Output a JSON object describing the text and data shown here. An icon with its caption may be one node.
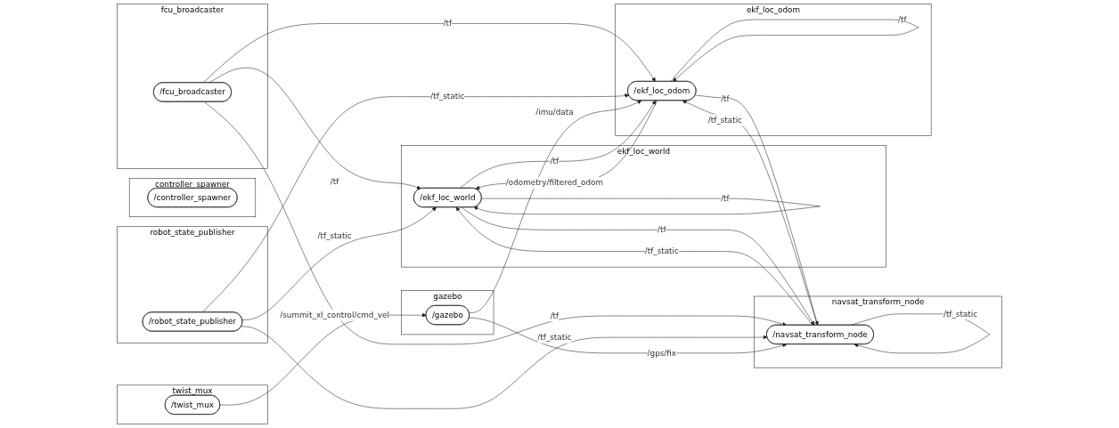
{
  "diagram": {
    "nodes": [
      {
        "text": [
          "ekf_loc_world"
        ]
      },
      {
        "text": [
          "/ekf_loc_world"
        ],
        "in": 0
      },
      {
        "text": [
          "fcu_broadcaster"
        ]
      },
      {
        "text": [
          "/fcu_broadcaster"
        ],
        "in": 2
      },
      {
        "text": [
          "controller_spawner"
        ]
      },
      {
        "text": [
          "/controller_spawner"
        ],
        "in": 4
      },
      {
        "text": [
          "navsat_transform_node"
        ]
      },
      {
        "text": [
          "/navsat_transform_node"
        ],
        "in": 6
      },
      {
        "text": [
          "robot_state_publisher"
        ]
      },
      {
        "text": [
          "/robot_state_publisher"
        ],
        "in": 8
      },
      {
        "text": [
          "ekf_loc_odom"
        ]
      },
      {
        "text": [
          "/ekf_loc_odom"
        ],
        "in": 10
      },
      {
        "text": [
          "twist_mux"
        ]
      },
      {
        "text": [
          "/twist_mux"
        ],
        "in": 12
      },
      {
        "text": [
          "gazebo"
        ]
      },
      {
        "text": [
          "/gazebo"
        ],
        "in": 14
      }
    ],
    "edges": [
      {
        "from": 3,
        "to": 1,
        "arrow": "to",
        "label": "/tf"
      },
      {
        "from": 3,
        "to": 7,
        "arrow": "to",
        "label": "/tf"
      },
      {
        "from": 3,
        "to": 11,
        "arrow": "to",
        "label": "/tf"
      },
      {
        "from": 9,
        "to": 1,
        "arrow": "to",
        "label": "/tf_static"
      },
      {
        "from": 9,
        "to": 7,
        "arrow": "to",
        "label": "/tf_static"
      },
      {
        "from": 9,
        "to": 11,
        "arrow": "to",
        "label": "/tf_static"
      },
      {
        "from": 15,
        "to": 7,
        "arrow": "to",
        "label": "/gps/fix"
      },
      {
        "from": 15,
        "to": 11,
        "arrow": "to",
        "label": "/imu/data"
      },
      {
        "from": 13,
        "to": 15,
        "arrow": "to",
        "label": "/summit_xl_control/cmd_vel"
      },
      {
        "from": 1,
        "to": 1,
        "arrow": "to",
        "label": "/tf"
      },
      {
        "from": 7,
        "to": 7,
        "arrow": "to",
        "label": "/tf_static"
      },
      {
        "from": 11,
        "to": 11,
        "arrow": "to",
        "label": "/tf"
      },
      {
        "from": 11,
        "to": 1,
        "arrow": "to",
        "label": "/odometry/filtered_odom"
      },
      {
        "from": 1,
        "to": 11,
        "arrow": "to",
        "label": "/tf"
      },
      {
        "from": 7,
        "to": 1,
        "arrow": "to",
        "label": "/tf_static"
      },
      {
        "from": 1,
        "to": 7,
        "arrow": "to",
        "label": "/tf"
      },
      {
        "from": 11,
        "to": 7,
        "arrow": "to",
        "label": "/tf"
      },
      {
        "from": 7,
        "to": 11,
        "arrow": "to",
        "label": "/tf_static"
      }
    ]
  }
}
